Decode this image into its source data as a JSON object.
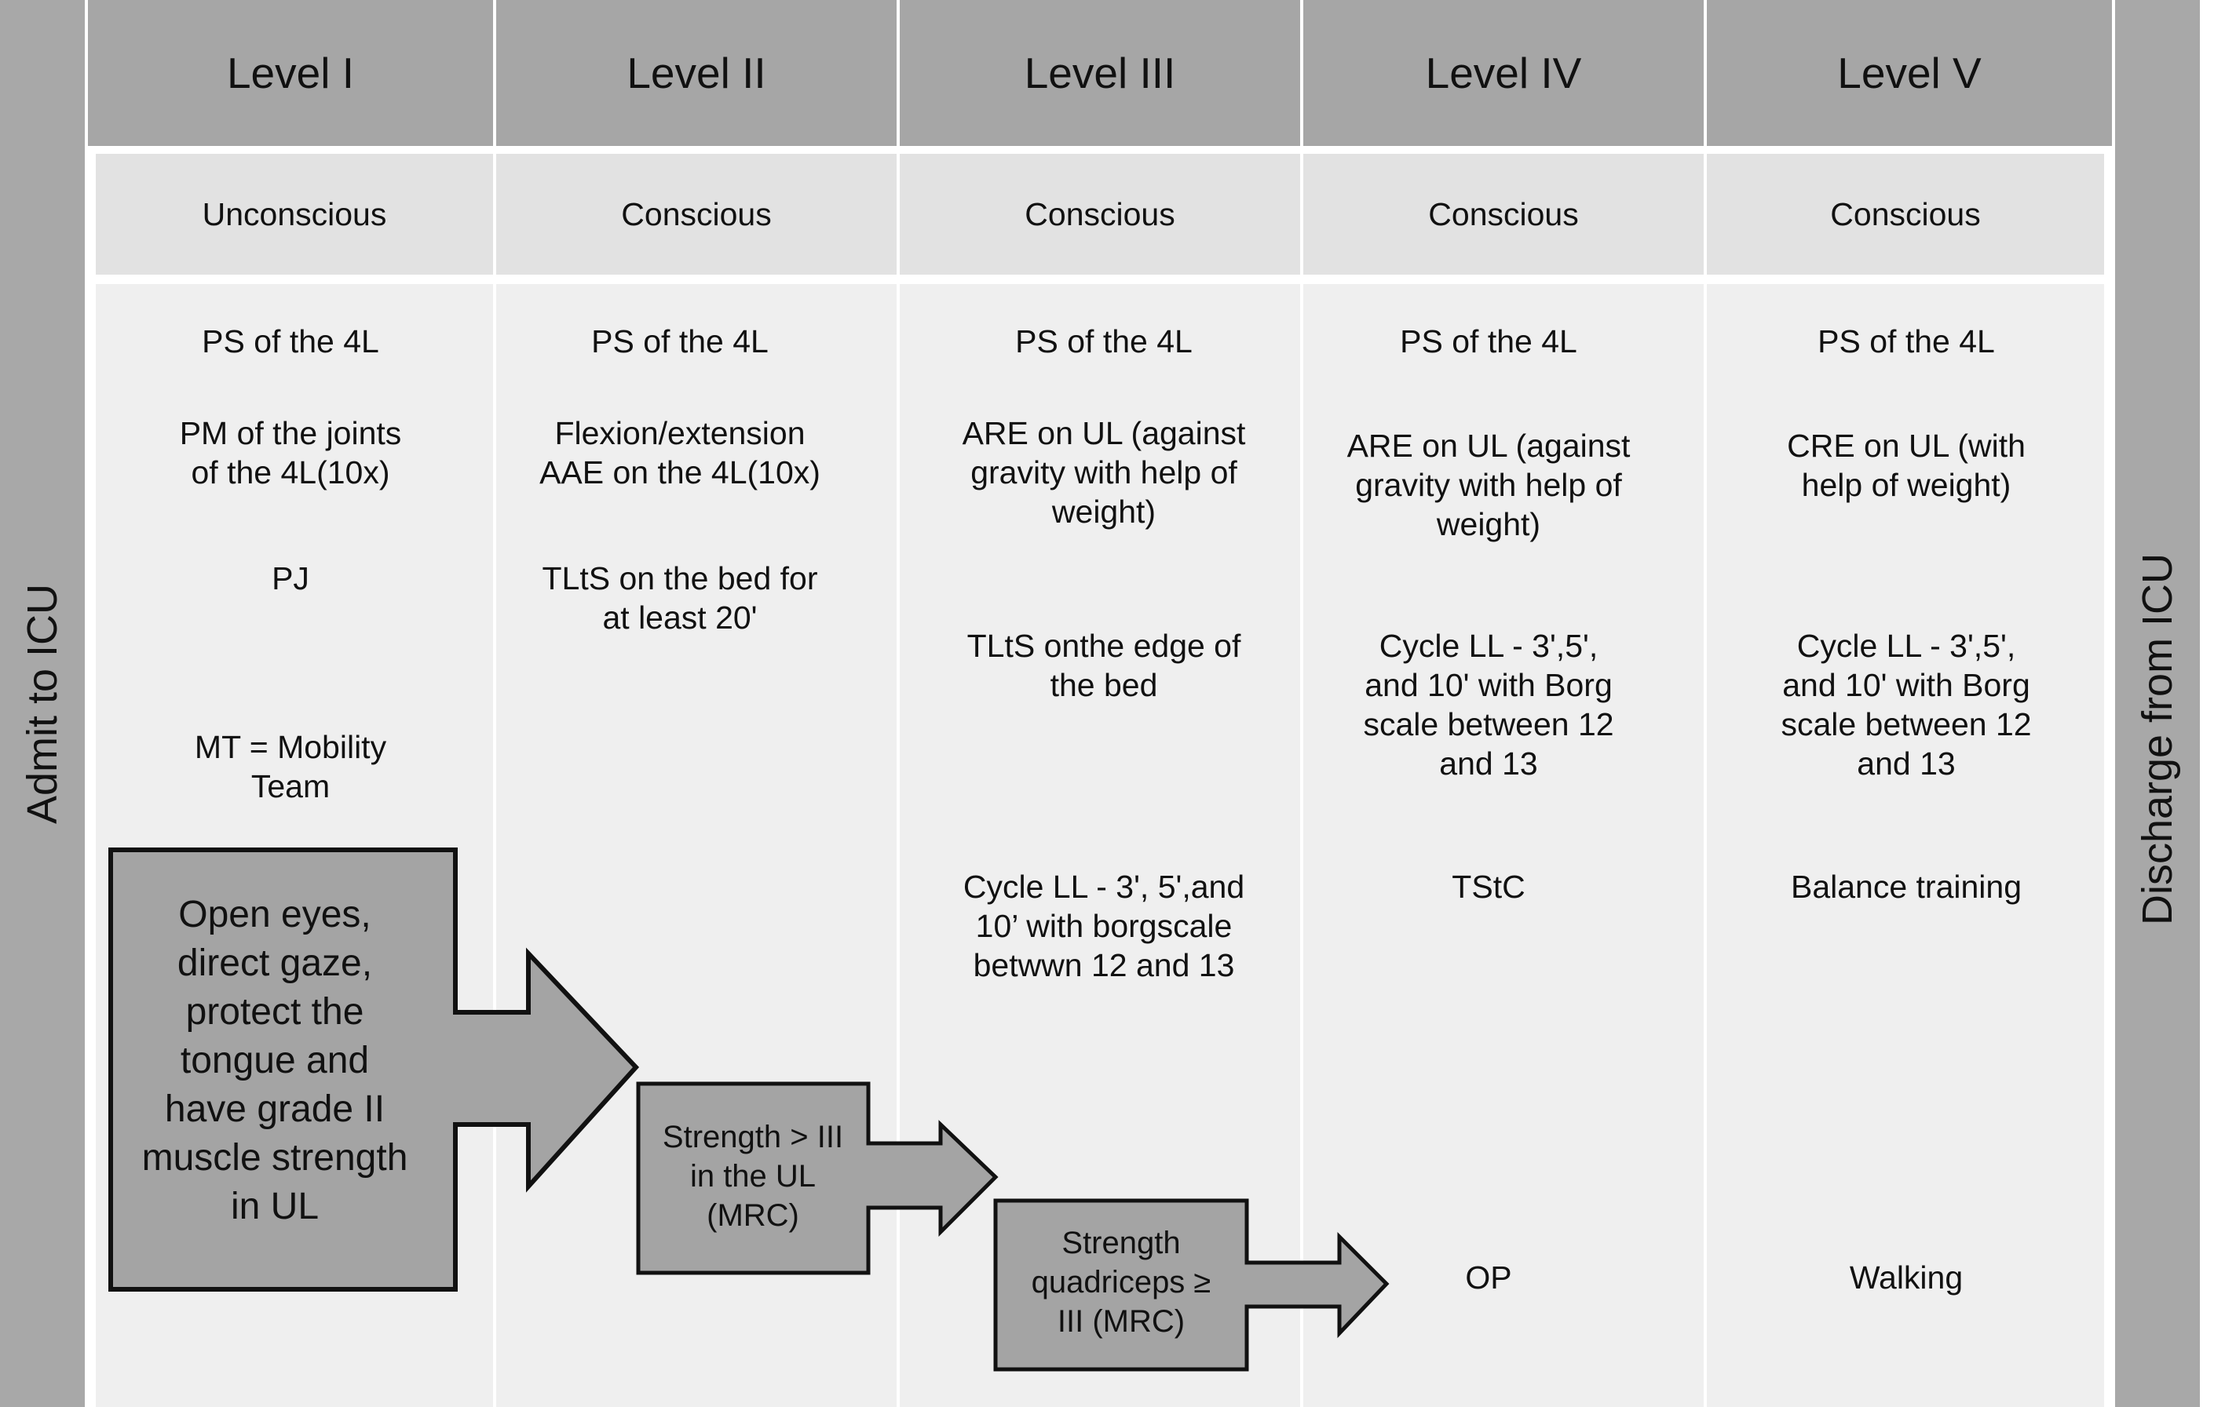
{
  "side": {
    "left_label": "Admit to ICU",
    "right_label": "Discharge from ICU"
  },
  "levels": [
    {
      "title": "Level I",
      "state": "Unconscious",
      "items": [
        "PS of the 4L",
        "PM of the joints\nof the 4L(10x)",
        "PJ",
        "MT = Mobility\nTeam"
      ]
    },
    {
      "title": "Level II",
      "state": "Conscious",
      "items": [
        "PS of the 4L",
        "Flexion/extension\nAAE on the 4L(10x)",
        "TLtS on the bed for\nat least 20'"
      ]
    },
    {
      "title": "Level III",
      "state": "Conscious",
      "items": [
        "PS of the 4L",
        "ARE on UL (against\ngravity with help of\nweight)",
        "TLtS onthe edge of\nthe bed",
        "Cycle LL - 3', 5',and\n10’ with borgscale\nbetwwn 12 and 13"
      ]
    },
    {
      "title": "Level IV",
      "state": "Conscious",
      "items": [
        "PS of the 4L",
        "ARE on UL (against\ngravity with help of\nweight)",
        "Cycle LL - 3',5',\nand 10' with Borg\nscale between 12\nand 13",
        "TStC",
        "OP"
      ]
    },
    {
      "title": "Level V",
      "state": "Conscious",
      "items": [
        "PS of the 4L",
        "CRE on UL (with\nhelp of weight)",
        "Cycle LL - 3',5',\nand 10' with Borg\nscale between 12\nand 13",
        "Balance training",
        "Walking"
      ]
    }
  ],
  "criteria": [
    "Open eyes,\ndirect gaze,\nprotect the\ntongue and\nhave grade II\nmuscle strength\nin UL",
    "Strength > III\nin the UL\n(MRC)",
    "Strength\nquadriceps ≥\nIII (MRC)"
  ],
  "colors": {
    "header_fill": "#a6a6a6",
    "state_fill": "#e2e2e2",
    "body_fill": "#efefef",
    "side_fill": "#a8a8a8",
    "arrow_fill": "#a4a4a4",
    "outline": "#111111"
  }
}
